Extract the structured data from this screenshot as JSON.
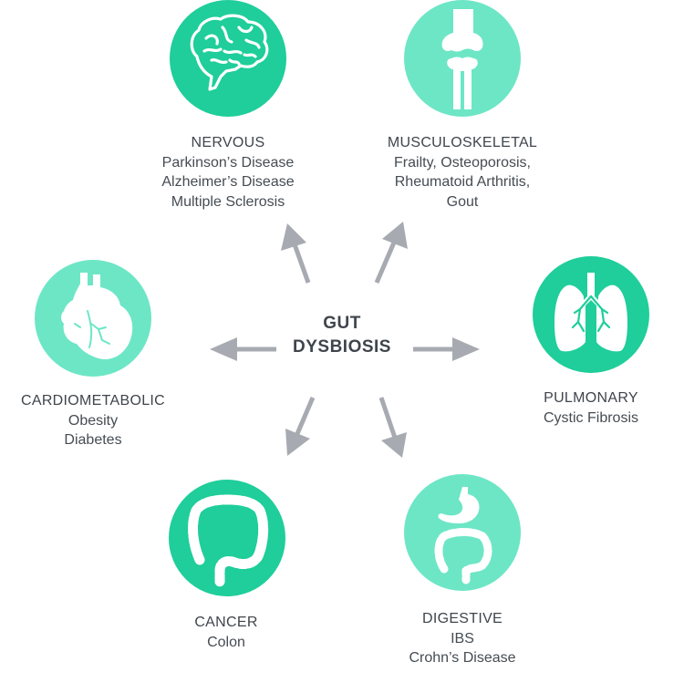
{
  "center": {
    "line1": "GUT",
    "line2": "DYSBIOSIS"
  },
  "colors": {
    "teal_dark": "#1fce9a",
    "teal_light": "#6de6c6",
    "arrow": "#a7abb1",
    "text": "#454c53"
  },
  "nodes": [
    {
      "id": "nervous",
      "icon": "brain-icon",
      "color": "teal_dark",
      "title": "NERVOUS",
      "items": [
        "Parkinson’s Disease",
        "Alzheimer’s Disease",
        "Multiple Sclerosis"
      ]
    },
    {
      "id": "musculoskeletal",
      "icon": "knee-joint-icon",
      "color": "teal_light",
      "title": "MUSCULOSKELETAL",
      "items": [
        "Frailty, Osteoporosis,",
        "Rheumatoid Arthritis,",
        "Gout"
      ]
    },
    {
      "id": "cardiometabolic",
      "icon": "heart-icon",
      "color": "teal_light",
      "title": "CARDIOMETABOLIC",
      "items": [
        "Obesity",
        "Diabetes"
      ]
    },
    {
      "id": "pulmonary",
      "icon": "lungs-icon",
      "color": "teal_dark",
      "title": "PULMONARY",
      "items": [
        "Cystic Fibrosis"
      ]
    },
    {
      "id": "cancer",
      "icon": "colon-icon",
      "color": "teal_dark",
      "title": "CANCER",
      "items": [
        "Colon"
      ]
    },
    {
      "id": "digestive",
      "icon": "stomach-intestine-icon",
      "color": "teal_light",
      "title": "DIGESTIVE",
      "items": [
        "IBS",
        "Crohn’s Disease"
      ]
    }
  ]
}
